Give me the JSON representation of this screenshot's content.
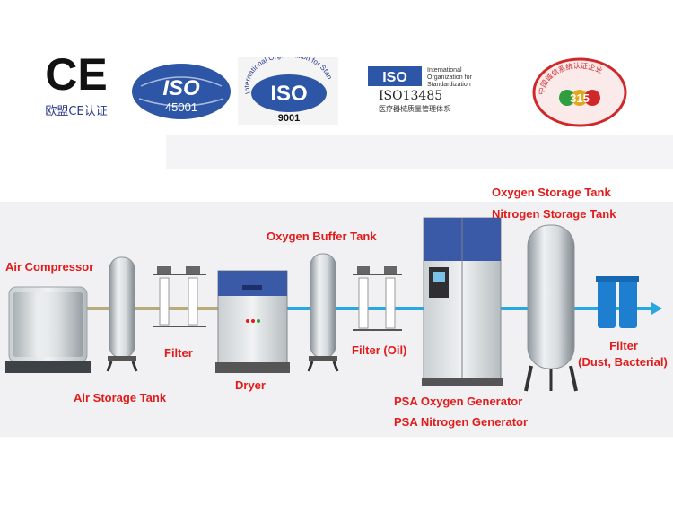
{
  "certifications": {
    "ce": {
      "mark": "CE",
      "caption": "欧盟CE认证"
    },
    "iso45001": {
      "mark": "ISO",
      "number": "45001"
    },
    "iso9001": {
      "arc_text": "International Organization for Standardization",
      "mark": "ISO",
      "number": "9001"
    },
    "iso13485": {
      "mark": "ISO",
      "org_line1": "International",
      "org_line2": "Organization for",
      "org_line3": "Standardization",
      "number": "ISO13485",
      "caption": "医疗器械质量管理体系"
    },
    "badge315": {
      "mark": "315",
      "arc_text": "中国诚信系统认证企业"
    }
  },
  "labels": {
    "air_compressor": "Air Compressor",
    "air_storage_tank": "Air Storage Tank",
    "filter": "Filter",
    "dryer": "Dryer",
    "oxygen_buffer_tank": "Oxygen Buffer Tank",
    "filter_oil": "Filter (Oil)",
    "psa_oxygen_generator": "PSA Oxygen Generator",
    "psa_nitrogen_generator": "PSA Nitrogen Generator",
    "oxygen_storage_tank": "Oxygen Storage Tank",
    "nitrogen_storage_tank": "Nitrogen Storage Tank",
    "filter_dust_line1": "Filter",
    "filter_dust_line2": "(Dust, Bacterial)"
  },
  "colors": {
    "label_red": "#e21b1b",
    "air_pipe": "#b8ab7a",
    "oxygen_pipe": "#2aa7e0",
    "equipment_blue": "#3a5aa8",
    "filter_blue": "#1e7fd0",
    "iso_blue": "#2e56a6"
  }
}
